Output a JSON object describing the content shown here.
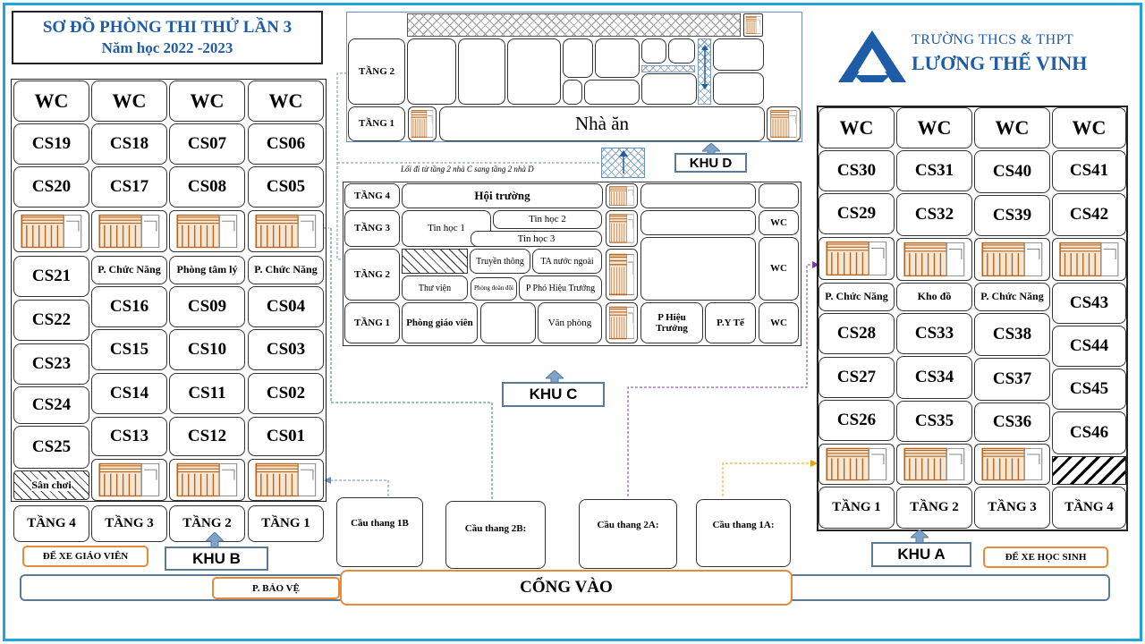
{
  "colors": {
    "frame": "#1ea5e0",
    "title": "#1f5ca8",
    "khu_border": "#5a7a98",
    "parking_border": "#e98a3a",
    "dash_green": "#2e8b57",
    "dash_purple": "#7b3fa0",
    "dash_orange": "#e8a000",
    "dash_blue": "#6a8fb8"
  },
  "title": {
    "line1": "SƠ ĐỒ PHÒNG THI THỬ LẦN 3",
    "line2": "Năm học 2022 -2023"
  },
  "logo": {
    "icon": "school-logo-icon",
    "school_line1": "TRƯỜNG THCS & THPT",
    "school_line2": "LƯƠNG THẾ VINH"
  },
  "khu_b": {
    "label": "KHU B",
    "wc": [
      "WC",
      "WC",
      "WC",
      "WC"
    ],
    "row1": [
      "CS19",
      "CS18",
      "CS07",
      "CS06"
    ],
    "row2": [
      "CS20",
      "CS17",
      "CS08",
      "CS05"
    ],
    "col1": [
      "CS21",
      "CS22",
      "CS23",
      "CS24",
      "CS25"
    ],
    "col2": [
      "P. Chức Năng",
      "CS16",
      "CS15",
      "CS14",
      "CS13"
    ],
    "col3": [
      "Phòng tâm lý",
      "CS09",
      "CS10",
      "CS11",
      "CS12"
    ],
    "col4": [
      "P. Chức Năng",
      "CS04",
      "CS03",
      "CS02",
      "CS01"
    ],
    "playground": "Sân chơi",
    "floors": [
      "TẦNG 4",
      "TẦNG 3",
      "TẦNG 2",
      "TẦNG 1"
    ]
  },
  "khu_a": {
    "label": "KHU A",
    "wc": [
      "WC",
      "WC",
      "WC",
      "WC"
    ],
    "row1": [
      "CS30",
      "CS31",
      "CS40",
      "CS41"
    ],
    "row2": [
      "CS29",
      "CS32",
      "CS39",
      "CS42"
    ],
    "func": [
      "P. Chức Năng",
      "Kho đồ",
      "P. Chức Năng",
      "CS43"
    ],
    "rows": [
      [
        "CS28",
        "CS33",
        "CS38",
        "CS44"
      ],
      [
        "CS27",
        "CS34",
        "CS37",
        "CS45"
      ],
      [
        "CS26",
        "CS35",
        "CS36",
        "CS46"
      ]
    ],
    "floors": [
      "TẦNG 1",
      "TẦNG 2",
      "TẦNG 3",
      "TẦNG 4"
    ]
  },
  "khu_d": {
    "label": "KHU D",
    "floor2": "TẦNG 2",
    "floor1": "TẦNG 1",
    "canteen": "Nhà ăn"
  },
  "corridor_note": "Lối đi từ tầng 2 nhà C sang tầng 2 nhà D",
  "khu_c": {
    "label": "KHU C",
    "floors": [
      "TẦNG 4",
      "TẦNG 3",
      "TẦNG 2",
      "TẦNG 1"
    ],
    "hall": "Hội trường",
    "it1": "Tin học 1",
    "it2": "Tin học 2",
    "it3": "Tin học 3",
    "wc1": "WC",
    "wc2": "WC",
    "wc3": "WC",
    "media": "Truyền thông",
    "foreign": "TA nước ngoài",
    "library": "Thư viện",
    "union": "Phòng đoàn đội",
    "vice": "P Phó Hiệu Trưởng",
    "teachers": "Phòng giáo viên",
    "office": "Văn phòng",
    "principal": "P Hiệu Trưởng",
    "medical": "P.Y Tế"
  },
  "stairs": [
    "Cầu thang 1B",
    "Cầu thang 2B:",
    "Cầu thang 2A:",
    "Cầu thang 1A:"
  ],
  "bottom": {
    "teacher_parking": "ĐỂ XE GIÁO VIÊN",
    "student_parking": "ĐỂ XE HỌC SINH",
    "guard": "P. BẢO VỆ",
    "gate": "CỔNG VÀO"
  }
}
